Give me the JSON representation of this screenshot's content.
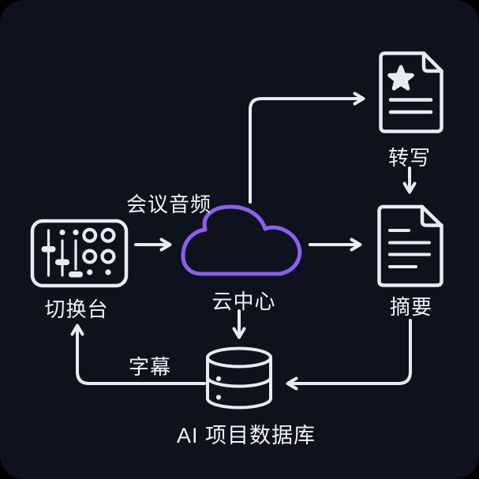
{
  "diagram": {
    "type": "flowchart",
    "colors": {
      "outer_background": "#000000",
      "background": "#0d121c",
      "stroke": "#e9ecef",
      "accent_purple": "#8d5ef2",
      "text": "#f2f4f6"
    },
    "nodes": [
      {
        "id": "switcher",
        "label": "切换台",
        "icon": "audio-mixer-icon"
      },
      {
        "id": "cloud",
        "label": "云中心",
        "icon": "cloud-icon"
      },
      {
        "id": "transcript",
        "label": "转写",
        "icon": "starred-document-icon"
      },
      {
        "id": "summary",
        "label": "摘要",
        "icon": "text-document-icon"
      },
      {
        "id": "database",
        "label": "AI 项目数据库",
        "icon": "database-icon"
      }
    ],
    "edges": [
      {
        "from": "switcher",
        "to": "cloud",
        "label": "会议音频"
      },
      {
        "from": "cloud",
        "to": "transcript",
        "label": ""
      },
      {
        "from": "cloud",
        "to": "summary",
        "label": ""
      },
      {
        "from": "transcript",
        "to": "summary",
        "label": ""
      },
      {
        "from": "cloud",
        "to": "database",
        "label": ""
      },
      {
        "from": "summary",
        "to": "database",
        "label": ""
      },
      {
        "from": "database",
        "to": "switcher",
        "label": "字幕"
      }
    ]
  }
}
